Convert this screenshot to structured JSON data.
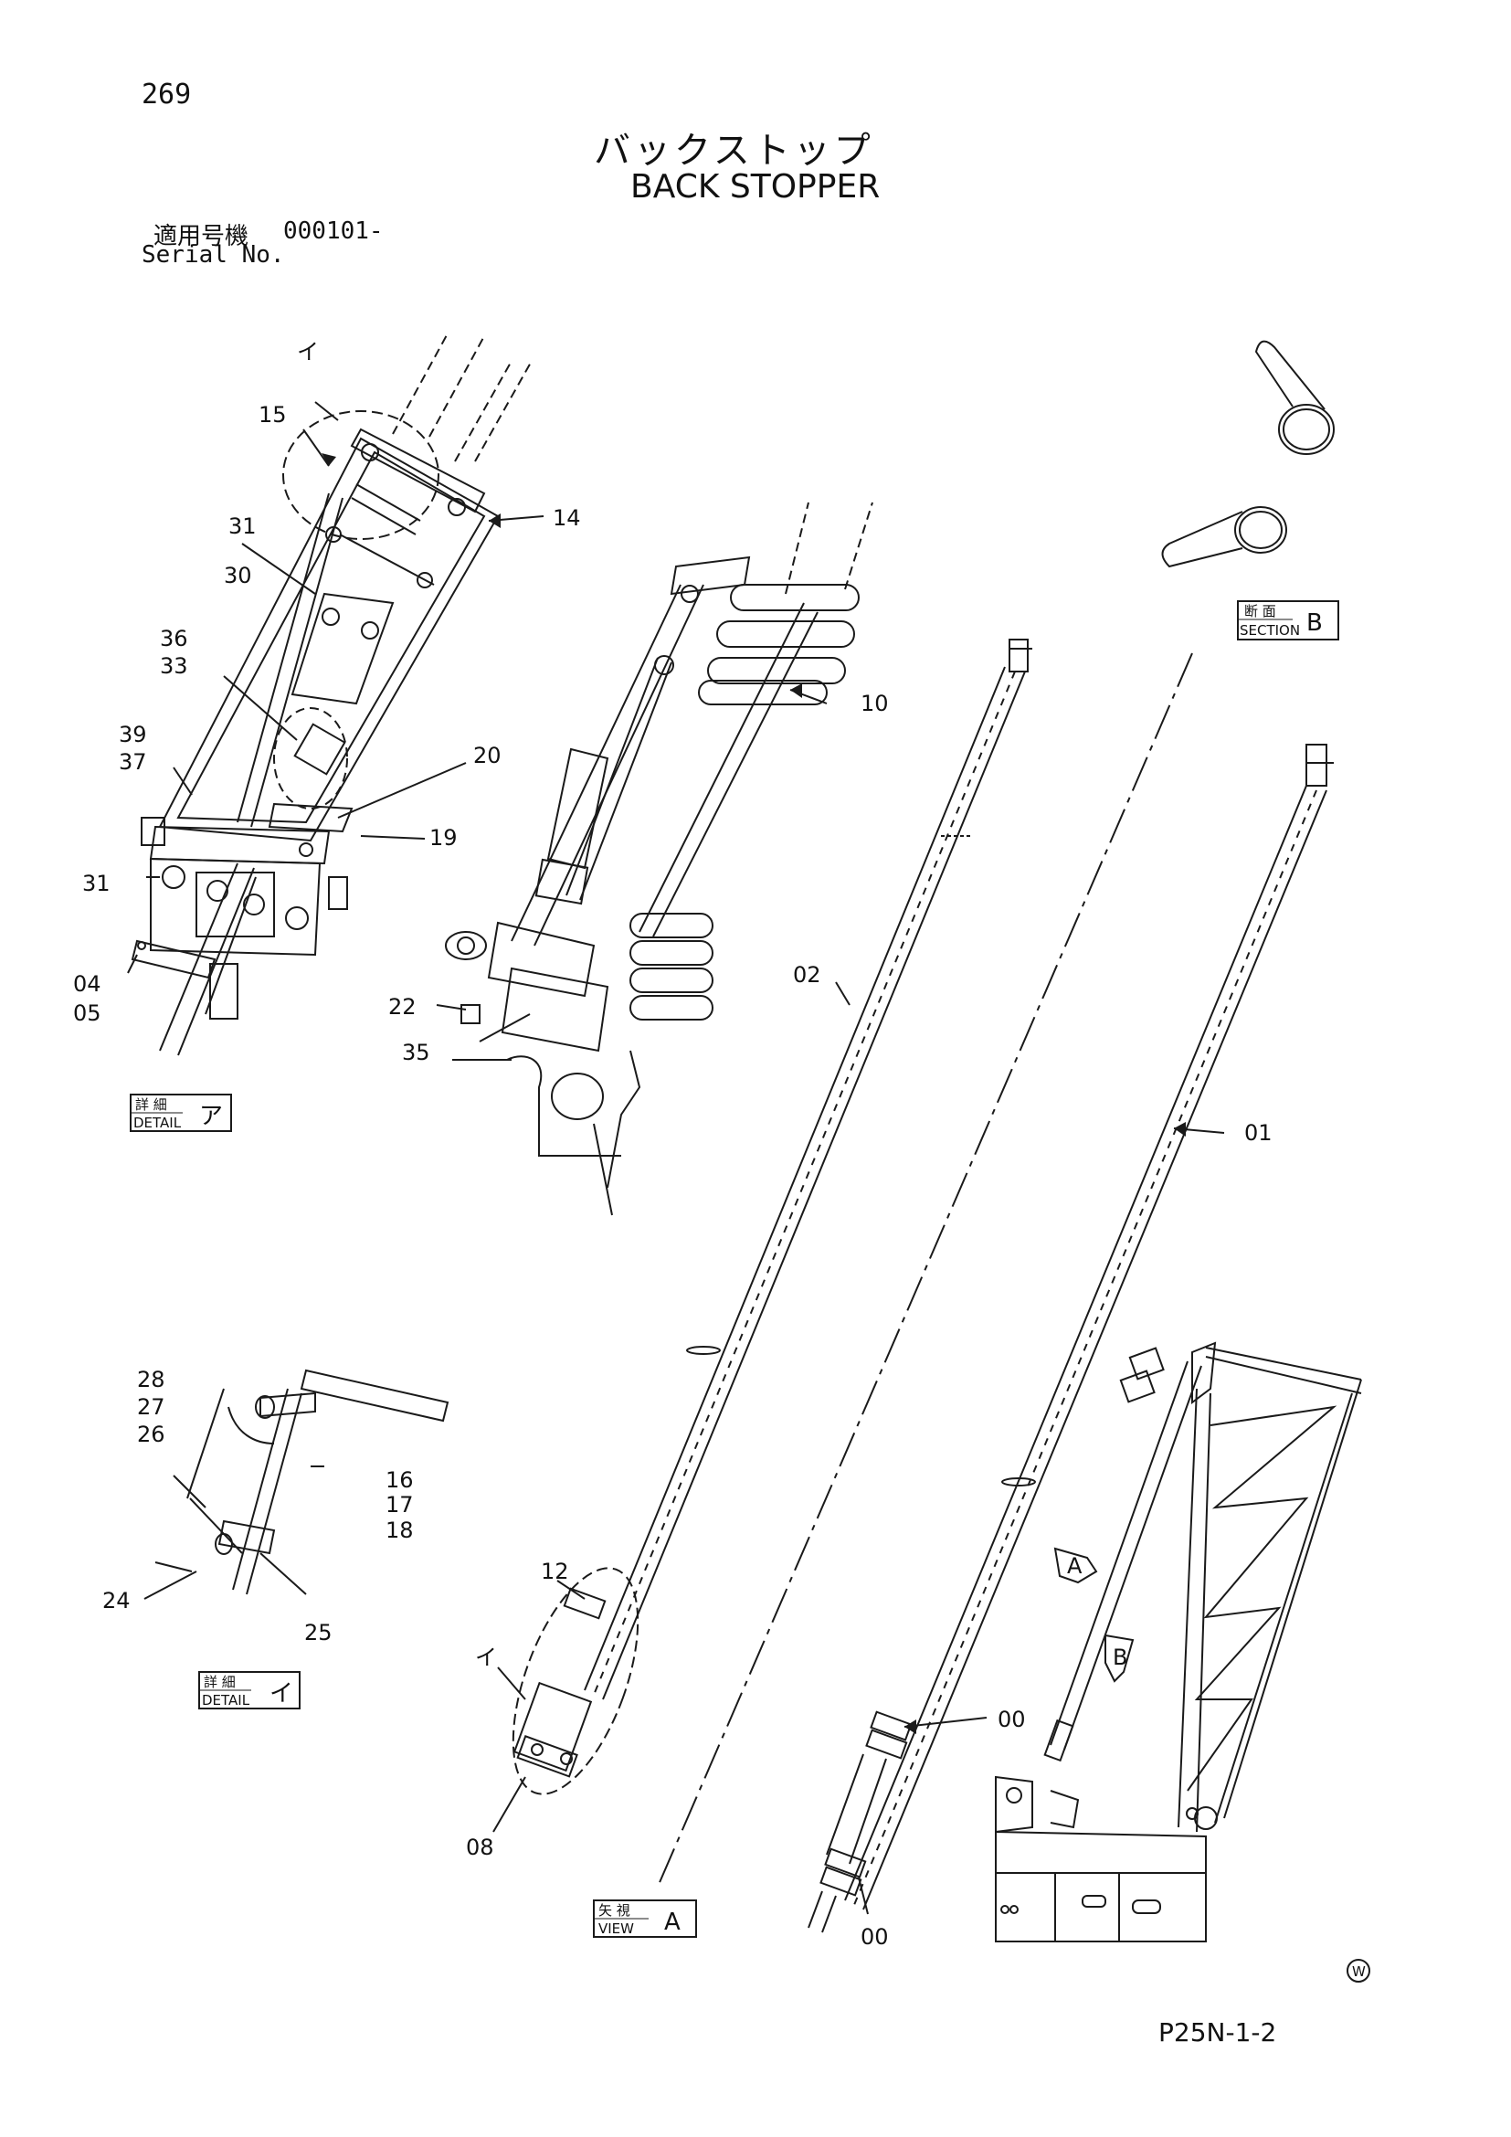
{
  "page_number": "269",
  "title_jp": "バックストップ",
  "title_en": "BACK STOPPER",
  "serial_label_jp": "適用号機",
  "serial_number": "000101-",
  "serial_label_en": "Serial No.",
  "page_code": "P25N-1-2",
  "detail_a": {
    "label": "DETAIL",
    "jp": "詳 細",
    "mark": "ア"
  },
  "detail_i": {
    "label": "DETAIL",
    "jp": "詳 細",
    "mark": "イ"
  },
  "section_b": {
    "label": "SECTION",
    "jp": "断 面",
    "mark": "B"
  },
  "view_a": {
    "label": "VIEW",
    "jp": "矢 視",
    "mark": "A"
  },
  "callouts": {
    "c15": "15",
    "c14": "14",
    "c31a": "31",
    "c30": "30",
    "c36": "36",
    "c33": "33",
    "c39": "39",
    "c37": "37",
    "c20": "20",
    "c19": "19",
    "c31b": "31",
    "c04": "04",
    "c05": "05",
    "c10": "10",
    "c22": "22",
    "c35": "35",
    "c02": "02",
    "c01": "01",
    "c28": "28",
    "c27": "27",
    "c26": "26",
    "c16": "16",
    "c17": "17",
    "c18": "18",
    "c24": "24",
    "c25": "25",
    "c12": "12",
    "c08": "08",
    "c00a": "00",
    "c00b": "00",
    "mark_i_top": "イ",
    "mark_i_mid": "イ",
    "arrow_a": "A",
    "arrow_b": "B",
    "w_mark": "W"
  }
}
